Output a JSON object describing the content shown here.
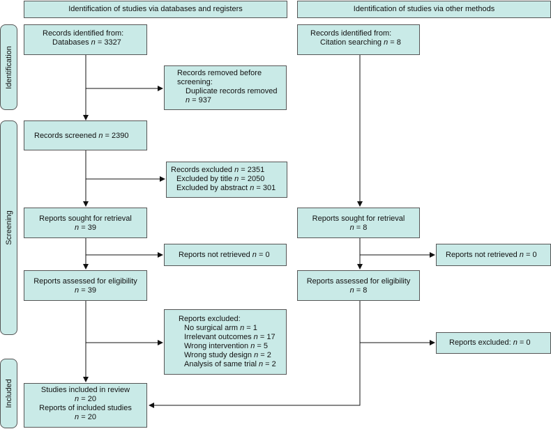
{
  "headers": {
    "left": "Identification of studies via databases and registers",
    "right": "Identification of studies via other methods"
  },
  "phases": {
    "identification": "Identification",
    "screening": "Screening",
    "included": "Included"
  },
  "left": {
    "records_identified": {
      "line1": "Records identified from:",
      "line2_label": "Databases",
      "n": "3327"
    },
    "records_removed": {
      "line1": "Records removed before",
      "line2": "screening:",
      "line3": "Duplicate records removed",
      "n": "937"
    },
    "records_screened": {
      "label": "Records screened",
      "n": "2390"
    },
    "records_excluded": {
      "label": "Records excluded",
      "n": "2351",
      "by_title_label": "Excluded by title",
      "by_title_n": "2050",
      "by_abstract_label": "Excluded by abstract",
      "by_abstract_n": "301"
    },
    "sought": {
      "label": "Reports sought for retrieval",
      "n": "39"
    },
    "not_retrieved": {
      "label": "Reports not retrieved",
      "n": "0"
    },
    "assessed": {
      "label": "Reports assessed for eligibility",
      "n": "39"
    },
    "excluded": {
      "title": "Reports excluded:",
      "items": [
        {
          "label": "No surgical arm",
          "n": "1"
        },
        {
          "label": "Irrelevant outcomes",
          "n": "17"
        },
        {
          "label": "Wrong intervention",
          "n": "5"
        },
        {
          "label": "Wrong study design",
          "n": "2"
        },
        {
          "label": "Analysis of same trial",
          "n": "2"
        }
      ]
    },
    "included": {
      "studies_label": "Studies included in review",
      "studies_n": "20",
      "reports_label": "Reports of included studies",
      "reports_n": "20"
    }
  },
  "right": {
    "records_identified": {
      "line1": "Records identified from:",
      "line2_label": "Citation searching",
      "n": "8"
    },
    "sought": {
      "label": "Reports sought for retrieval",
      "n": "8"
    },
    "not_retrieved": {
      "label": "Reports not retrieved",
      "n": "0"
    },
    "assessed": {
      "label": "Reports assessed for eligibility",
      "n": "8"
    },
    "excluded": {
      "label": "Reports excluded:",
      "n": "0"
    }
  },
  "n_symbol": "n",
  "eq": " = "
}
